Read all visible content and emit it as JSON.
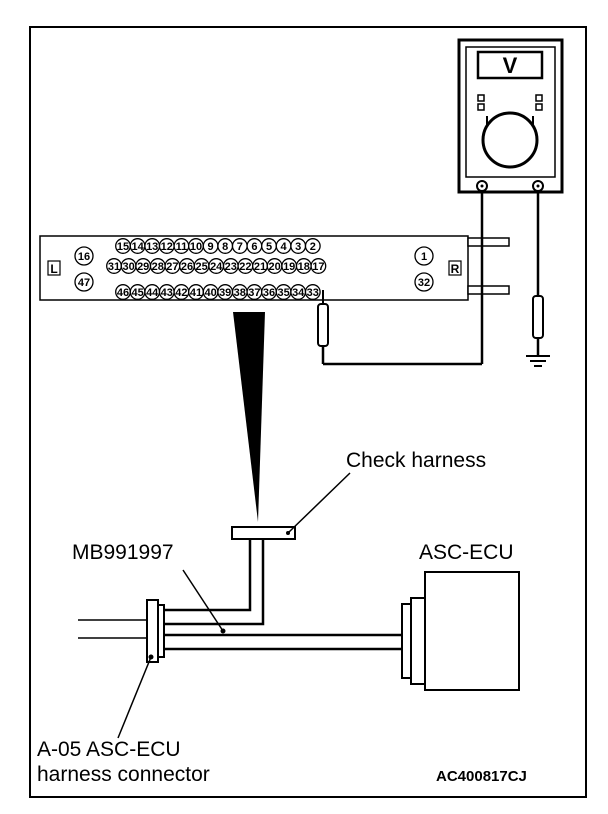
{
  "meter": {
    "display": "V"
  },
  "connector": {
    "side_left": "L",
    "side_right": "R",
    "pins_top": [
      "15",
      "14",
      "13",
      "12",
      "11",
      "10",
      "9",
      "8",
      "7",
      "6",
      "5",
      "4",
      "3",
      "2"
    ],
    "pins_mid": [
      "31",
      "30",
      "29",
      "28",
      "27",
      "26",
      "25",
      "24",
      "23",
      "22",
      "21",
      "20",
      "19",
      "18",
      "17"
    ],
    "pins_bottom": [
      "46",
      "45",
      "44",
      "43",
      "42",
      "41",
      "40",
      "39",
      "38",
      "37",
      "36",
      "35",
      "34",
      "33"
    ],
    "pin_left_upper": "16",
    "pin_left_lower": "47",
    "pin_right_upper": "1",
    "pin_right_lower": "32"
  },
  "labels": {
    "check_harness": "Check harness",
    "tool": "MB991997",
    "ecu": "ASC-ECU",
    "harness_line1": "A-05 ASC-ECU",
    "harness_line2": "harness connector",
    "figure_code": "AC400817CJ"
  }
}
